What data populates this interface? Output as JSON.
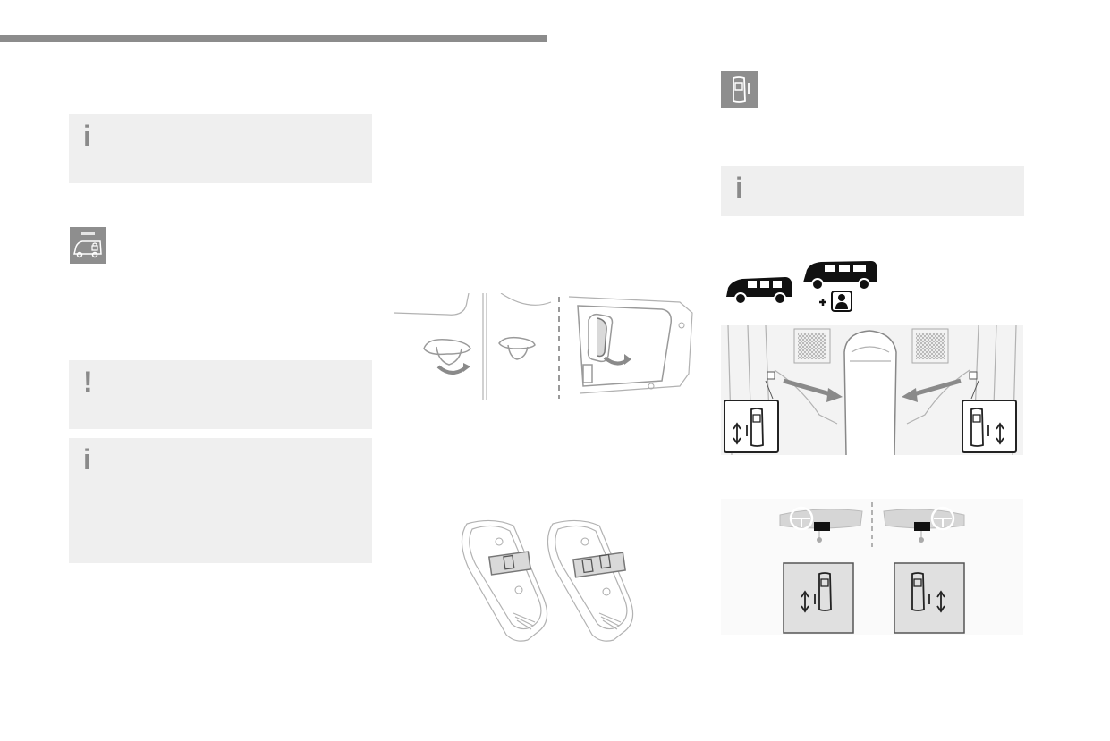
{
  "notes": {
    "info_1": "i",
    "warning_1": "!",
    "info_2": "i",
    "info_3": "i"
  },
  "icons": {
    "left_tile": "van-lock-icon",
    "right_tile": "sliding-door-icon"
  },
  "colors": {
    "header_bar": "#8c8c8c",
    "note_background": "#efefef",
    "icon_tile": "#8e8e8e",
    "note_symbol": "#8a8a8a"
  }
}
